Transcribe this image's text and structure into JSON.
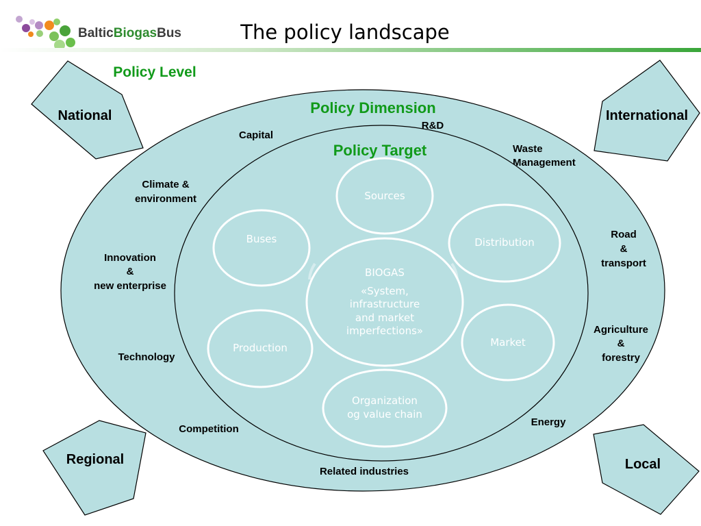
{
  "header": {
    "logo": {
      "word1": "Baltic",
      "word2": "Biogas",
      "word3": "Bus"
    },
    "title": "The policy landscape"
  },
  "policy_level_label": "Policy Level",
  "corners": {
    "national": "National",
    "international": "International",
    "regional": "Regional",
    "local": "Local"
  },
  "dimension": {
    "label": "Policy Dimension",
    "items": {
      "rd": "R&D",
      "capital": "Capital",
      "waste_1": "Waste",
      "waste_2": "Management",
      "climate_1": "Climate &",
      "climate_2": "environment",
      "road_1": "Road",
      "road_2": "&",
      "road_3": "transport",
      "innovation_1": "Innovation",
      "innovation_2": "&",
      "innovation_3": "new enterprise",
      "agri_1": "Agriculture",
      "agri_2": "&",
      "agri_3": "forestry",
      "technology": "Technology",
      "energy": "Energy",
      "competition": "Competition",
      "related": "Related industries"
    }
  },
  "target": {
    "label": "Policy Target",
    "circles": {
      "sources": "Sources",
      "buses": "Buses",
      "distribution": "Distribution",
      "production": "Production",
      "market": "Market",
      "org_1": "Organization",
      "org_2": "og value chain"
    },
    "center": {
      "l1": "BIOGAS",
      "l2": "«System,",
      "l3": "infrastructure",
      "l4": "and market",
      "l5": "imperfections»"
    }
  },
  "colors": {
    "fill": "#b8dfe1",
    "outline": "#000000",
    "accent_green": "#119a1a",
    "circle_stroke": "#ffffff"
  }
}
